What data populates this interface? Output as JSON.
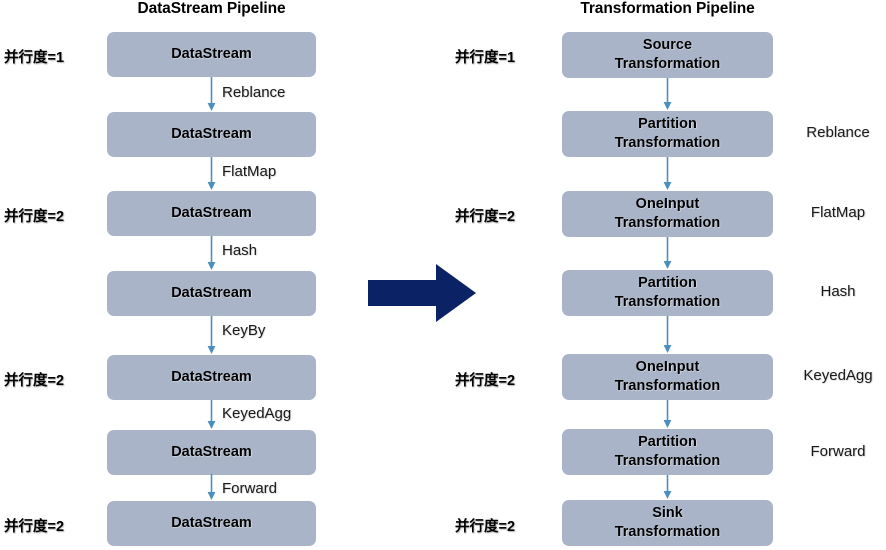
{
  "diagram": {
    "left_title": "DataStream Pipeline",
    "right_title": "Transformation Pipeline",
    "transform_arrow_icon": "right-arrow-icon",
    "colors": {
      "node_fill": "#a9b4c9",
      "connector": "#4a8fc0",
      "big_arrow": "#0b2265",
      "text": "#000000",
      "background": "#ffffff"
    }
  },
  "left_pipeline": {
    "name": "DataStream Pipeline",
    "nodes": [
      {
        "line1": "DataStream",
        "line2": "",
        "parallelism": "并行度=1"
      },
      {
        "line1": "DataStream",
        "line2": "",
        "parallelism": ""
      },
      {
        "line1": "DataStream",
        "line2": "",
        "parallelism": "并行度=2"
      },
      {
        "line1": "DataStream",
        "line2": "",
        "parallelism": ""
      },
      {
        "line1": "DataStream",
        "line2": "",
        "parallelism": "并行度=2"
      },
      {
        "line1": "DataStream",
        "line2": "",
        "parallelism": ""
      },
      {
        "line1": "DataStream",
        "line2": "",
        "parallelism": "并行度=2"
      }
    ],
    "edges": [
      {
        "label": "Reblance"
      },
      {
        "label": "FlatMap"
      },
      {
        "label": "Hash"
      },
      {
        "label": "KeyBy"
      },
      {
        "label": "KeyedAgg"
      },
      {
        "label": "Forward"
      }
    ]
  },
  "right_pipeline": {
    "name": "Transformation Pipeline",
    "nodes": [
      {
        "line1": "Source",
        "line2": "Transformation",
        "parallelism": "并行度=1",
        "side_label": ""
      },
      {
        "line1": "Partition",
        "line2": "Transformation",
        "parallelism": "",
        "side_label": "Reblance"
      },
      {
        "line1": "OneInput",
        "line2": "Transformation",
        "parallelism": "并行度=2",
        "side_label": "FlatMap"
      },
      {
        "line1": "Partition",
        "line2": "Transformation",
        "parallelism": "",
        "side_label": "Hash"
      },
      {
        "line1": "OneInput",
        "line2": "Transformation",
        "parallelism": "并行度=2",
        "side_label": "KeyedAgg"
      },
      {
        "line1": "Partition",
        "line2": "Transformation",
        "parallelism": "",
        "side_label": "Forward"
      },
      {
        "line1": "Sink",
        "line2": "Transformation",
        "parallelism": "并行度=2",
        "side_label": ""
      }
    ]
  }
}
